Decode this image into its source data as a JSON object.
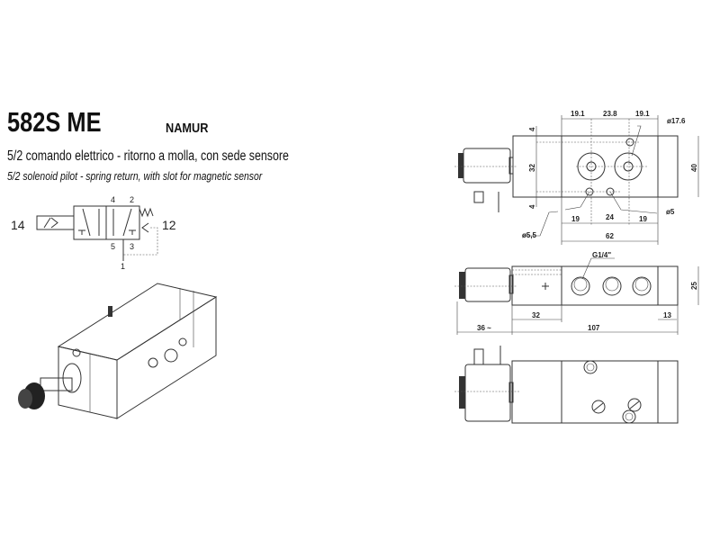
{
  "header": {
    "title": "582S ME",
    "standard": "NAMUR",
    "subtitle_it": "5/2 comando elettrico - ritorno a molla, con sede sensore",
    "subtitle_en": "5/2 solenoid pilot - spring return, with slot for magnetic sensor"
  },
  "symbol": {
    "pilot_port": "14",
    "return_port": "12",
    "port_4": "4",
    "port_2": "2",
    "port_5": "5",
    "port_3": "3",
    "port_1": "1"
  },
  "top_view": {
    "d1": "19.1",
    "d2": "23.8",
    "d3": "19.1",
    "dia_port": "ø17.6",
    "h_top": "4",
    "h_mid": "32",
    "h_bot": "4",
    "height": "40",
    "b1": "19",
    "b2": "24",
    "b3": "19",
    "dia_small": "ø5",
    "dia_mount": "ø5,5",
    "width": "62"
  },
  "side_view": {
    "thread": "G1/4\"",
    "height": "25",
    "left_len": "32",
    "right_len": "13",
    "coil_len": "36 ~",
    "body_len": "107"
  }
}
